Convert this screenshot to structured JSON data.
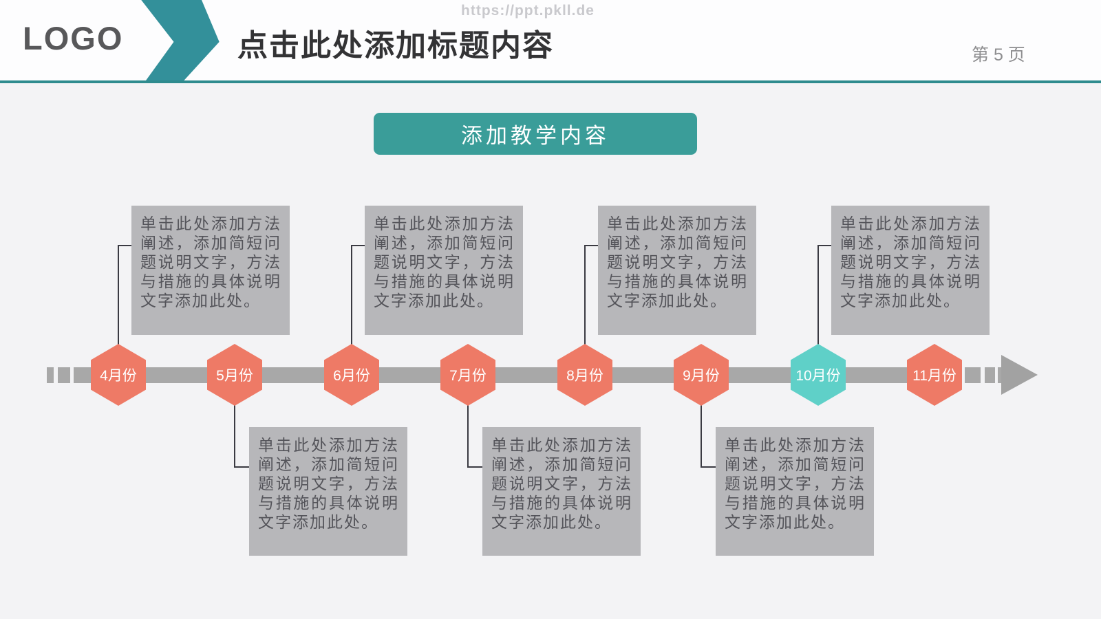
{
  "header": {
    "logo": "LOGO",
    "title": "点击此处添加标题内容",
    "watermark": "https://ppt.pkll.de",
    "page_number": "第 5 页"
  },
  "banner": {
    "label": "添加教学内容"
  },
  "timeline": {
    "description_text": "单击此处添加方法阐述，添加简短问题说明文字，方法与措施的具体说明文字添加此处。",
    "milestones": [
      {
        "label": "4月份",
        "color": "#ee7a66",
        "box": "above"
      },
      {
        "label": "5月份",
        "color": "#ee7a66",
        "box": "below"
      },
      {
        "label": "6月份",
        "color": "#ee7a66",
        "box": "above"
      },
      {
        "label": "7月份",
        "color": "#ee7a66",
        "box": "below"
      },
      {
        "label": "8月份",
        "color": "#ee7a66",
        "box": "above"
      },
      {
        "label": "9月份",
        "color": "#ee7a66",
        "box": "below"
      },
      {
        "label": "10月份",
        "color": "#5fd0c8",
        "box": "above"
      },
      {
        "label": "11月份",
        "color": "#ee7a66",
        "box": "none"
      }
    ]
  },
  "colors": {
    "accent_teal": "#2e8b8e",
    "banner_teal": "#3a9d99",
    "chevron_teal": "#33909a",
    "hexagon_coral": "#ee7a66",
    "hexagon_teal": "#5fd0c8",
    "timeline_gray": "#a8a8a8",
    "box_gray": "#b7b7ba",
    "box_text": "#54545a"
  }
}
